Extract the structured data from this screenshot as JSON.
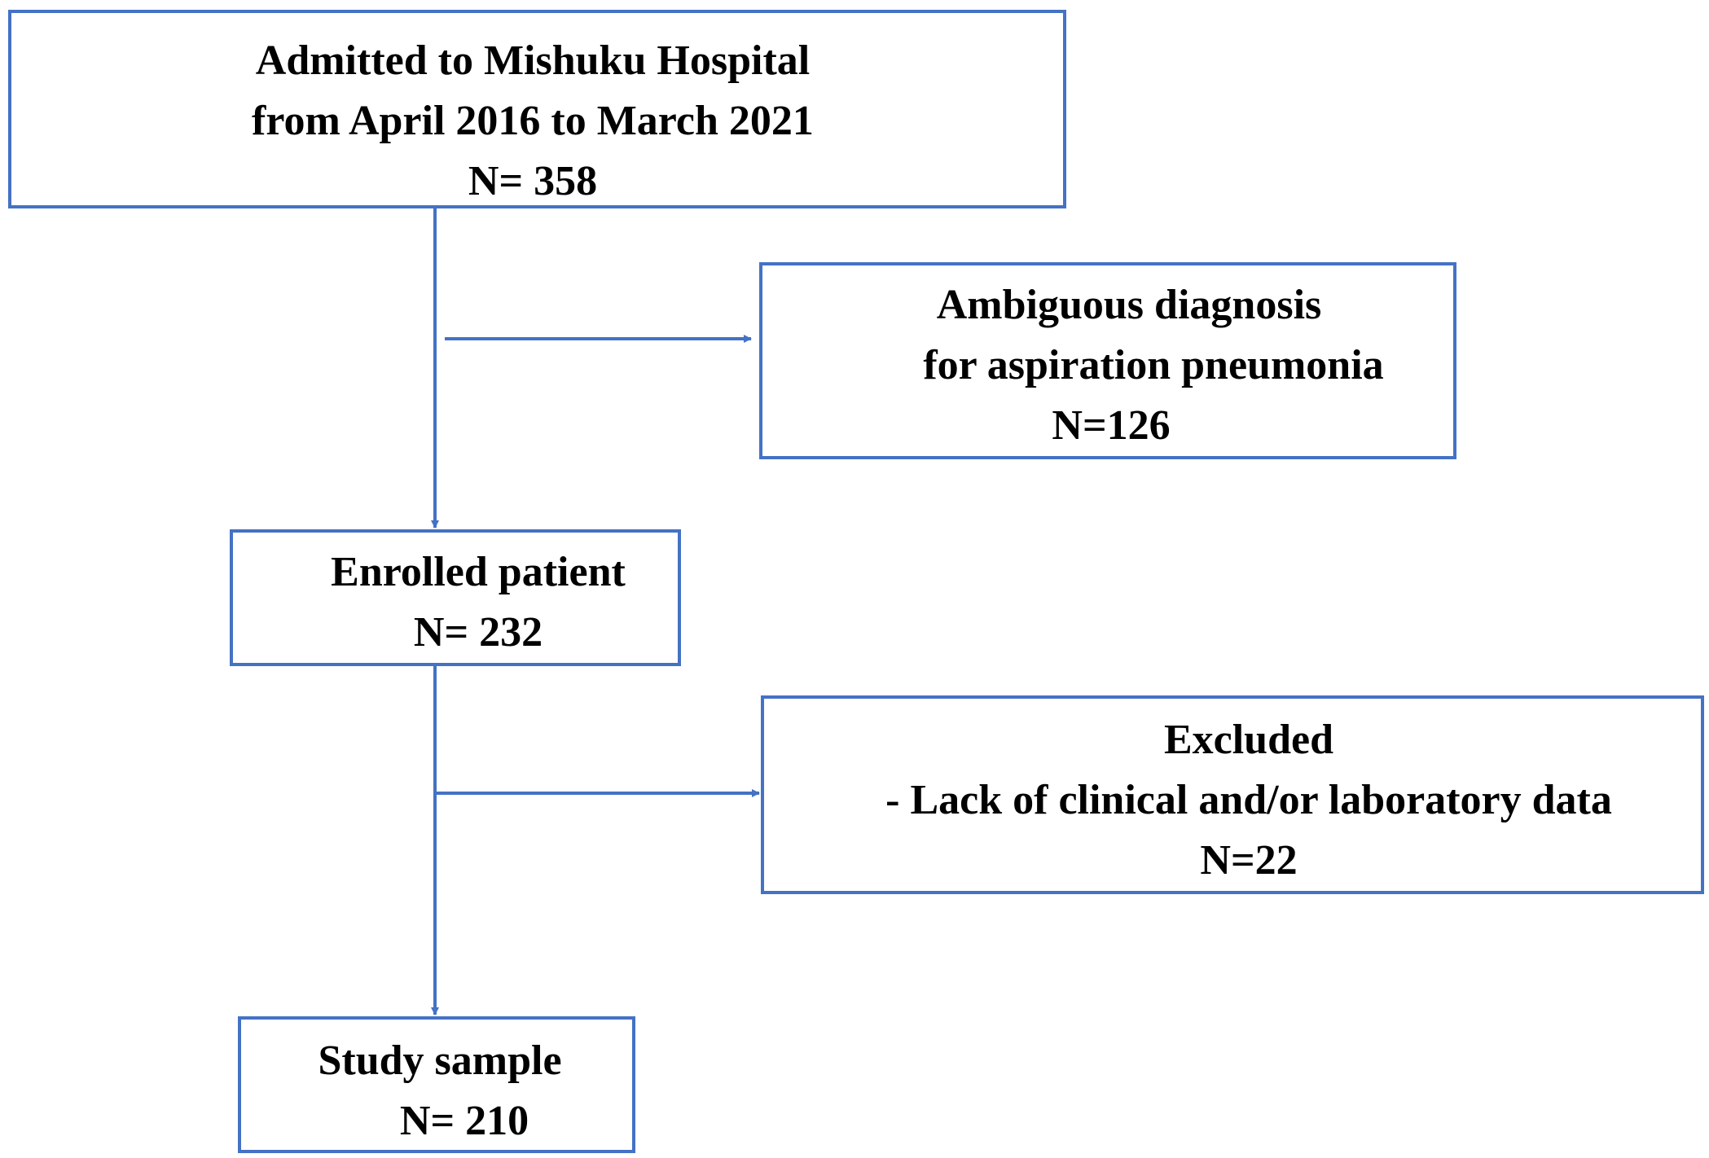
{
  "colors": {
    "box_border": "#4472C4",
    "connector": "#4472C4",
    "text": "#000000",
    "background": "#ffffff"
  },
  "flowchart": {
    "admitted": {
      "line1": "Admitted to Mishuku Hospital",
      "line2": "from April 2016 to March 2021",
      "count": "N= 358"
    },
    "ambiguous": {
      "line1": "Ambiguous diagnosis",
      "line2": "for aspiration pneumonia",
      "count": "N=126"
    },
    "enrolled": {
      "line1": "Enrolled patient",
      "count": "N= 232"
    },
    "excluded": {
      "line1": "Excluded",
      "line2": "- Lack of clinical and/or laboratory data",
      "count": "N=22"
    },
    "study": {
      "line1": "Study sample",
      "count": "N= 210"
    }
  }
}
